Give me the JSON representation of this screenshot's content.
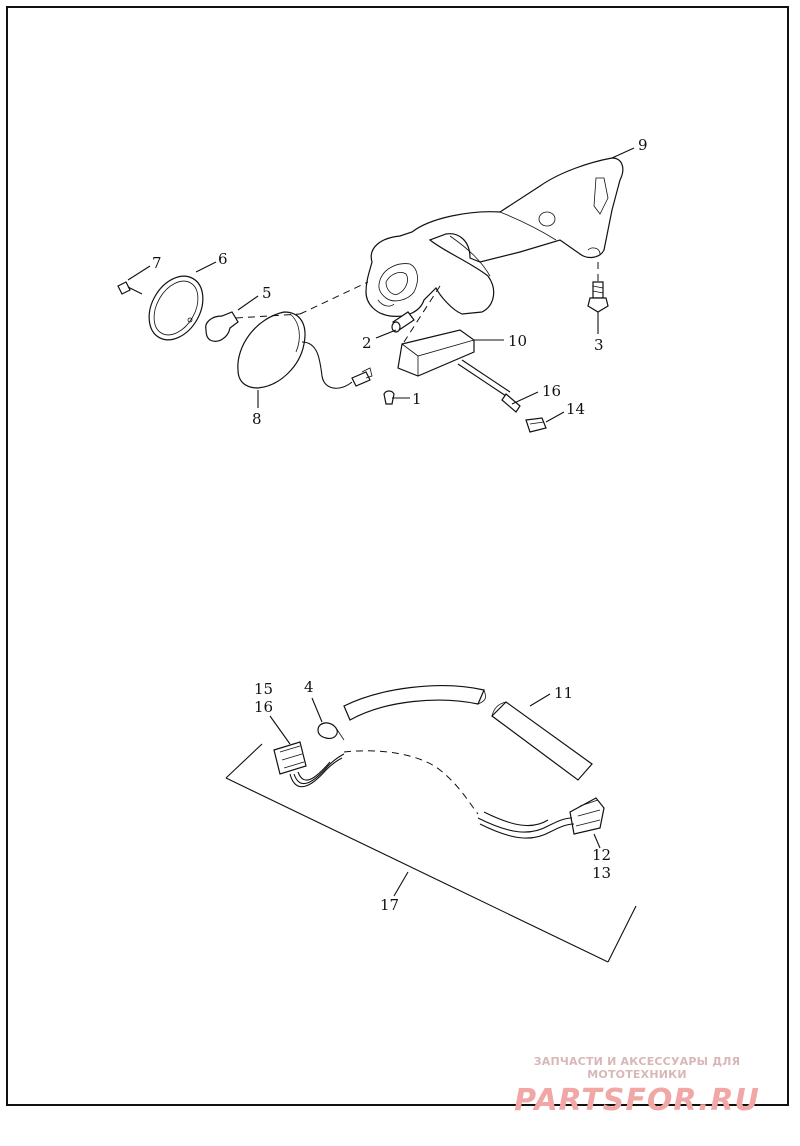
{
  "callouts": {
    "c1": "1",
    "c2": "2",
    "c3": "3",
    "c4": "4",
    "c5": "5",
    "c6": "6",
    "c7": "7",
    "c8": "8",
    "c9": "9",
    "c10": "10",
    "c11": "11",
    "c12": "12",
    "c13": "13",
    "c14": "14",
    "c15": "15",
    "c16a": "16",
    "c16b": "16",
    "c17": "17"
  },
  "watermark": {
    "caption": "ЗАПЧАСТИ И АКСЕССУАРЫ ДЛЯ МОТОТЕХНИКИ",
    "logo": "PARTSFOR.RU"
  },
  "colors": {
    "line": "#111111",
    "watermark": "#f2a7a7"
  }
}
